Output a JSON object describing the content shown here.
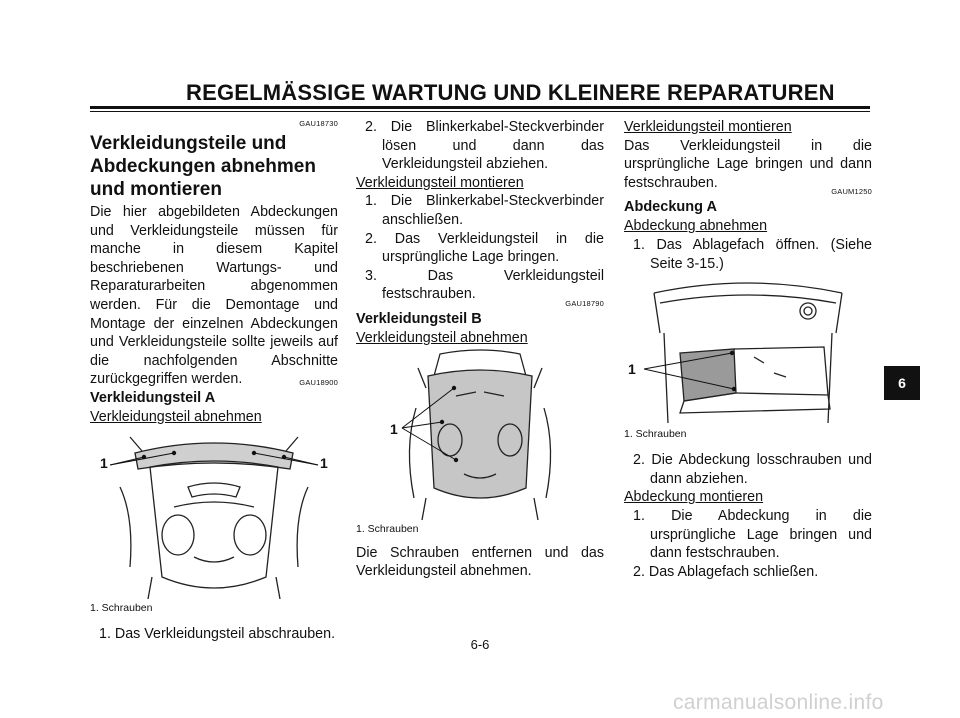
{
  "header": {
    "title": "REGELMÄSSIGE WARTUNG UND KLEINERE REPARATUREN"
  },
  "col1": {
    "code1": "GAU18730",
    "heading": "Verkleidungsteile und Abdeckungen abnehmen und montieren",
    "intro": "Die hier abgebildeten Abdeckungen und Verkleidungsteile müssen für manche in diesem Kapitel beschriebenen Wartungs- und Reparaturarbeiten abgenommen werden. Für die Demontage und Montage der einzelnen Abdeckungen und Verkleidungsteile sollte jeweils auf die nachfolgenden Abschnitte zurückgegriffen werden.",
    "code2": "GAU18900",
    "sub": "Verkleidungsteil A",
    "remove": "Verkleidungsteil abnehmen",
    "fig_label_left": "1",
    "fig_label_right": "1",
    "caption": "1. Schrauben",
    "step1": "1. Das Verkleidungsteil abschrauben."
  },
  "col2": {
    "step2": "2. Die Blinkerkabel-Steckverbinder lösen und dann das Verkleidungsteil abziehen.",
    "mount": "Verkleidungsteil montieren",
    "m1": "1. Die Blinkerkabel-Steckverbinder anschließen.",
    "m2": "2. Das Verkleidungsteil in die ursprüngliche Lage bringen.",
    "m3": "3. Das Verkleidungsteil festschrauben.",
    "code": "GAU18790",
    "sub": "Verkleidungsteil B",
    "remove": "Verkleidungsteil abnehmen",
    "fig_label": "1",
    "caption": "1. Schrauben",
    "text": "Die Schrauben entfernen und das Verkleidungsteil abnehmen."
  },
  "col3": {
    "mount": "Verkleidungsteil montieren",
    "mount_text": "Das Verkleidungsteil in die ursprüngliche Lage bringen und dann festschrauben.",
    "code": "GAUM1250",
    "sub": "Abdeckung A",
    "remove": "Abdeckung abnehmen",
    "r1": "1. Das Ablagefach öffnen. (Siehe Seite 3-15.)",
    "fig_label": "1",
    "caption": "1. Schrauben",
    "r2": "2. Die Abdeckung losschrauben und dann abziehen.",
    "mount2": "Abdeckung montieren",
    "mm1": "1. Die Abdeckung in die ursprüngliche Lage bringen und dann festschrauben.",
    "mm2": "2. Das Ablagefach schließen."
  },
  "tab": "6",
  "page_number": "6-6",
  "watermark": "carmanualsonline.info"
}
